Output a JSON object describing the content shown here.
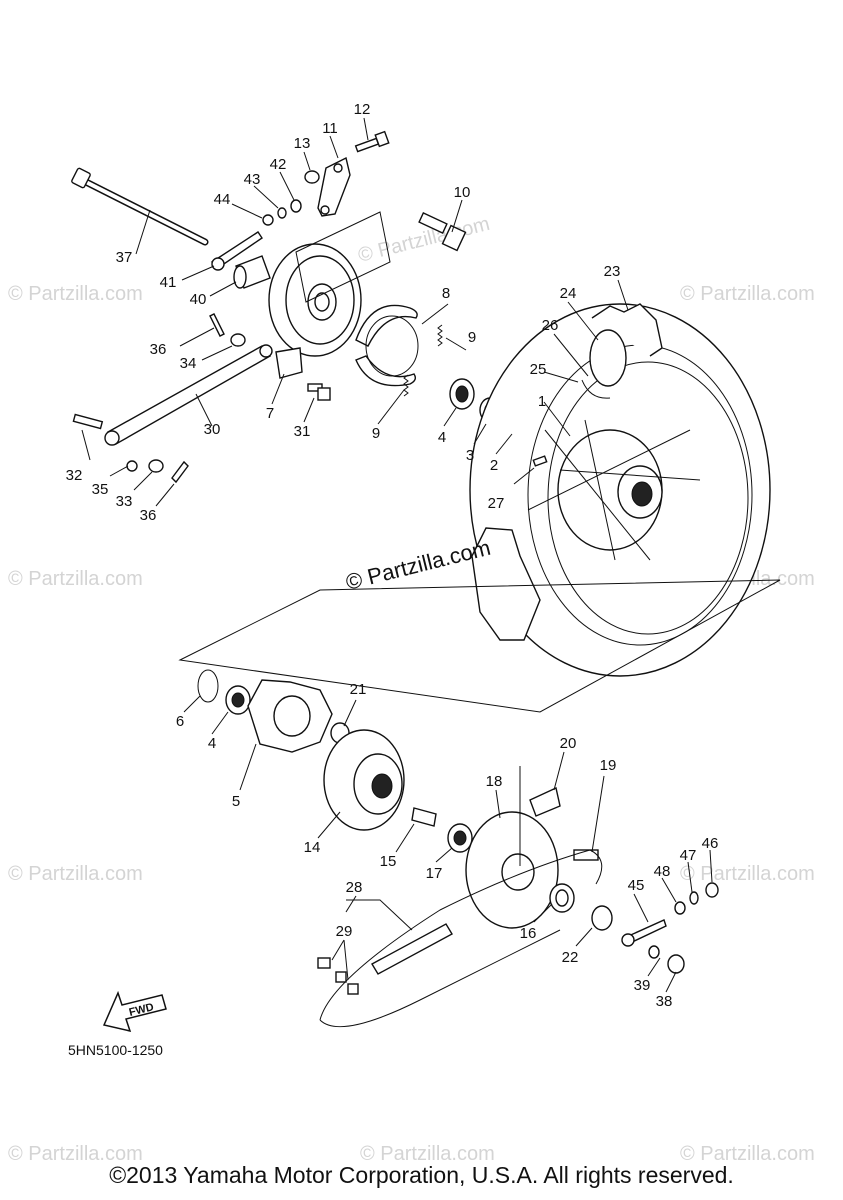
{
  "diagram": {
    "code": "5HN5100-1250",
    "copyright": "©2013 Yamaha Motor Corporation, U.S.A. All rights reserved.",
    "center_mark": "© Partzilla.com",
    "watermark": "© Partzilla.com",
    "fwd_label": "FWD",
    "parts": [
      "1",
      "2",
      "3",
      "4",
      "5",
      "6",
      "7",
      "8",
      "9",
      "10",
      "11",
      "12",
      "13",
      "14",
      "15",
      "16",
      "17",
      "18",
      "19",
      "20",
      "21",
      "22",
      "23",
      "24",
      "25",
      "26",
      "27",
      "28",
      "29",
      "30",
      "31",
      "32",
      "33",
      "34",
      "35",
      "36",
      "37",
      "38",
      "39",
      "40",
      "41",
      "42",
      "43",
      "44",
      "45",
      "46",
      "47",
      "48"
    ]
  }
}
